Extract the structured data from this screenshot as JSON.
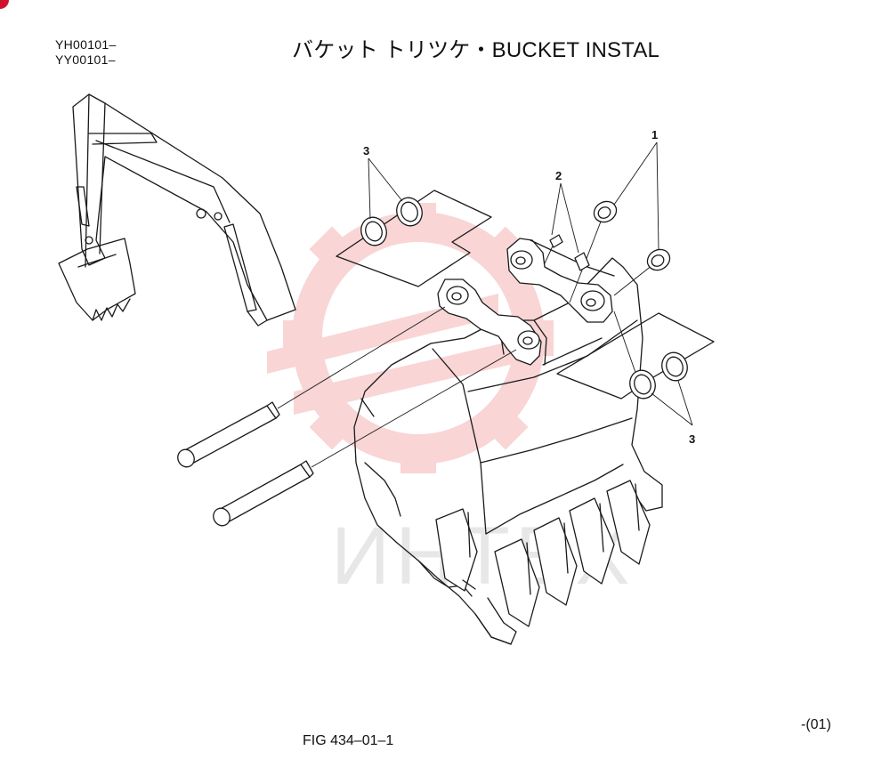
{
  "header": {
    "serial_lines": [
      "YH00101–",
      "YY00101–"
    ],
    "title": "バケット トリツケ・BUCKET INSTAL"
  },
  "callouts": {
    "part_1": "1",
    "part_2": "2",
    "part_3_top": "3",
    "part_3_bottom": "3"
  },
  "watermark": {
    "text": "ИНТЕХ",
    "color": "#f5b3b3"
  },
  "footer": {
    "figure_number": "FIG 434–01–1",
    "page_code": "-(01)"
  },
  "colors": {
    "line": "#1a1a1a",
    "watermark_gray": "#d4d4d4",
    "corner_mark": "#d0112b"
  }
}
